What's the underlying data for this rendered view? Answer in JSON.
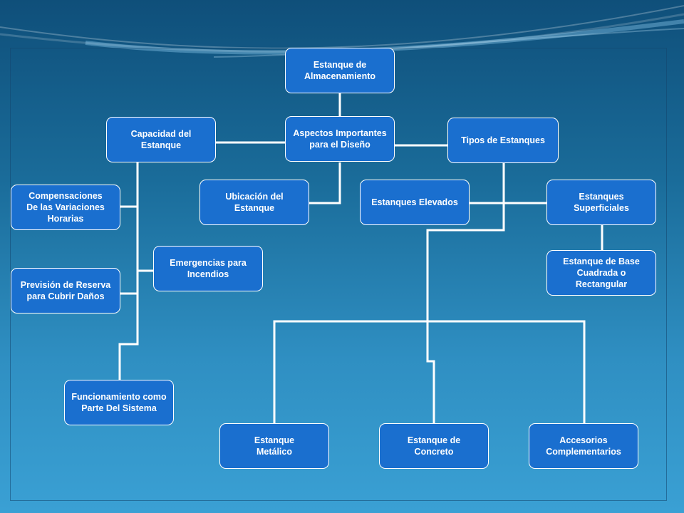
{
  "diagram": {
    "nodes": {
      "root": "Estanque de\nAlmacenamiento",
      "aspects": "Aspectos Importantes\npara el Diseño",
      "capacity": "Capacidad del\nEstanque",
      "location": "Ubicación del\nEstanque",
      "types": "Tipos de Estanques",
      "compensations": "Compensaciones\nDe las Variaciones\nHorarias",
      "reserve": "Previsión de Reserva\npara Cubrir Daños",
      "fire": "Emergencias para\nIncendios",
      "system": "Funcionamiento como\nParte Del Sistema",
      "elevated": "Estanques Elevados",
      "superficial": "Estanques\nSuperficiales",
      "square_base": "Estanque de Base\nCuadrada o\nRectangular",
      "metallic": "Estanque\nMetálico",
      "concrete": "Estanque de\nConcreto",
      "accessories": "Accesorios\nComplementarios"
    },
    "colors": {
      "node_fill": "#1a6fcf",
      "node_border": "#ffffff",
      "connector": "#ffffff"
    }
  }
}
